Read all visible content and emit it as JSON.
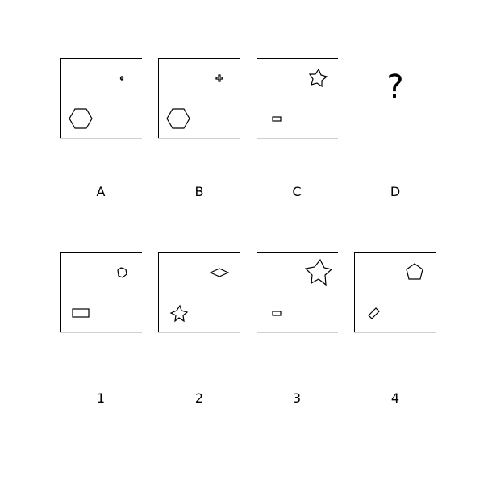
{
  "question_mark": "?",
  "top_row": [
    {
      "label": "A"
    },
    {
      "label": "B"
    },
    {
      "label": "C"
    },
    {
      "label": "D"
    }
  ],
  "bottom_row": [
    {
      "label": "1"
    },
    {
      "label": "2"
    },
    {
      "label": "3"
    },
    {
      "label": "4"
    }
  ]
}
